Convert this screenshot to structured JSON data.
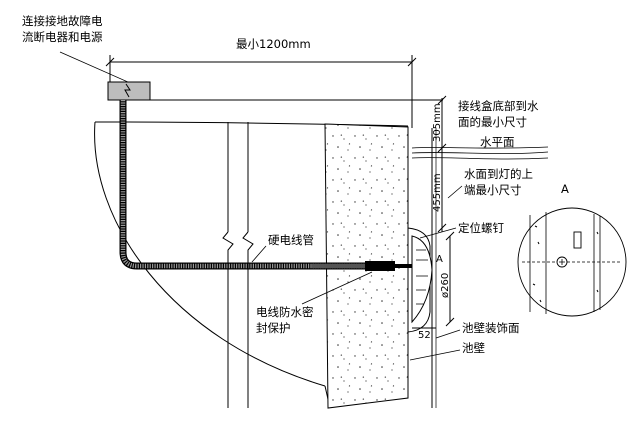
{
  "diagram": {
    "labels": {
      "gfci_line1": "连接接地故障电",
      "gfci_line2": "流断电器和电源",
      "min_distance": "最小1200mm",
      "box_bottom_line1": "接线盒底部到水",
      "box_bottom_line2": "面的最小尺寸",
      "water_level": "水平面",
      "water_to_lamp_line1": "水面到灯的上",
      "water_to_lamp_line2": "端最小尺寸",
      "locating_screw": "定位螺钉",
      "rigid_conduit": "硬电线管",
      "seal_line1": "电线防水密",
      "seal_line2": "封保护",
      "wall_finish": "池壁装饰面",
      "pool_wall": "池壁",
      "dim_305": "305mm",
      "dim_455": "455mm",
      "dim_260": "ø260",
      "dim_52": "52",
      "detail_a": "A",
      "section_a": "A"
    }
  }
}
